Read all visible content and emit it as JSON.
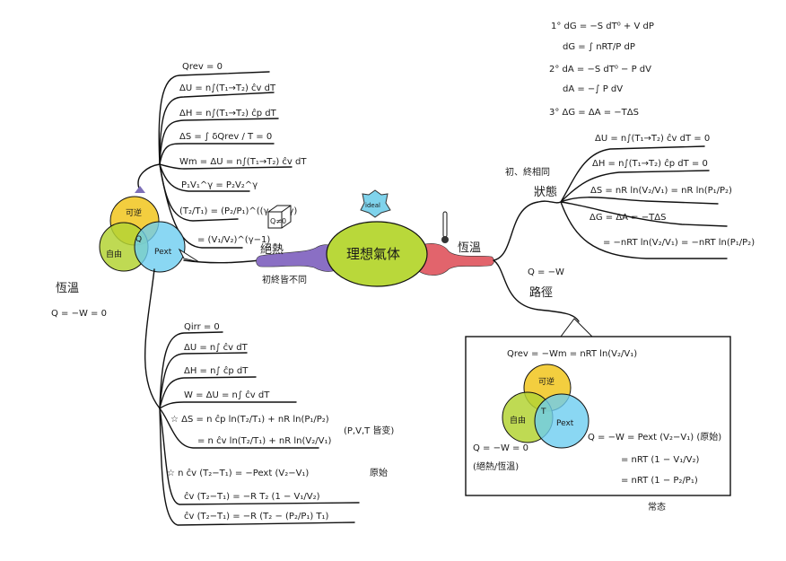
{
  "colors": {
    "yellow": "#f2c92a",
    "green": "#b4d335",
    "blue": "#6dcdf0",
    "purple": "#8a6fc4",
    "red": "#e2646c",
    "center": "#b9d83a",
    "star": "#7fd3ec"
  },
  "center": {
    "title": "理想氣体",
    "ideal_label": "ideal",
    "box_label": "Q≠0"
  },
  "adiabatic": {
    "label": "絕熱",
    "sub": "初終皆不同"
  },
  "isothermal": {
    "label": "恆溫",
    "state_top": "初、終相同",
    "state": "狀態",
    "path_eq": "Q = −W",
    "path": "路徑"
  },
  "left_note": {
    "label": "恆溫",
    "eq": "Q = −W = 0"
  },
  "venn_left": {
    "reversible": "可逆",
    "free": "自由",
    "pext": "Pext",
    "center": "Q"
  },
  "left_top": [
    "Qrev = 0",
    "ΔU = n∫(T₁→T₂) ĉv dT",
    "ΔH = n∫(T₁→T₂) ĉp dT",
    "ΔS = ∫ δQrev / T = 0",
    "Wm = ΔU = n∫(T₁→T₂) ĉv dT",
    "P₁V₁^γ = P₂V₂^γ",
    "(T₂/T₁) = (P₂/P₁)^((γ−1)/γ)",
    "= (V₁/V₂)^(γ−1)"
  ],
  "left_bottom": [
    "Qirr = 0",
    "ΔU = n∫ ĉv dT",
    "ΔH = n∫ ĉp dT",
    "W = ΔU = n∫ ĉv dT",
    "☆ ΔS = n ĉp ln(T₂/T₁) + nR ln(P₁/P₂)",
    "= n ĉv ln(T₂/T₁) + nR ln(V₂/V₁)",
    "☆ n ĉv (T₂−T₁) = −Pext (V₂−V₁)",
    "ĉv (T₂−T₁) = −R T₂ (1 − V₁/V₂)",
    "ĉv (T₂−T₁) = −R (T₂ − (P₂/P₁) T₁)"
  ],
  "left_bottom_notes": {
    "pvt": "(P,V,T 皆变)",
    "original": "原始"
  },
  "right_top": [
    "1° dG = −S dT⁰ + V dP",
    "dG = ∫ nRT/P dP",
    "2° dA = −S dT⁰ − P dV",
    "dA = −∫ P dV",
    "3° ΔG = ΔA = −TΔS"
  ],
  "right_branch": [
    "ΔU = n∫(T₁→T₂) ĉv dT = 0",
    "ΔH = n∫(T₁→T₂) ĉp dT = 0",
    "ΔS = nR ln(V₂/V₁) = nR ln(P₁/P₂)",
    "ΔG = ΔA = −TΔS",
    "= −nRT ln(V₂/V₁) = −nRT ln(P₁/P₂)"
  ],
  "box": {
    "qrev": "Qrev = −Wm = nRT ln(V₂/V₁)",
    "venn": {
      "reversible": "可逆",
      "free": "自由",
      "pext": "Pext",
      "center": "T"
    },
    "free_eq": "Q = −W = 0",
    "free_note": "(絕熱/恆溫)",
    "pext_eq": [
      "Q = −W = Pext (V₂−V₁) (原始)",
      "= nRT (1 − V₁/V₂)",
      "= nRT (1 − P₂/P₁)"
    ],
    "caption": "常态"
  }
}
